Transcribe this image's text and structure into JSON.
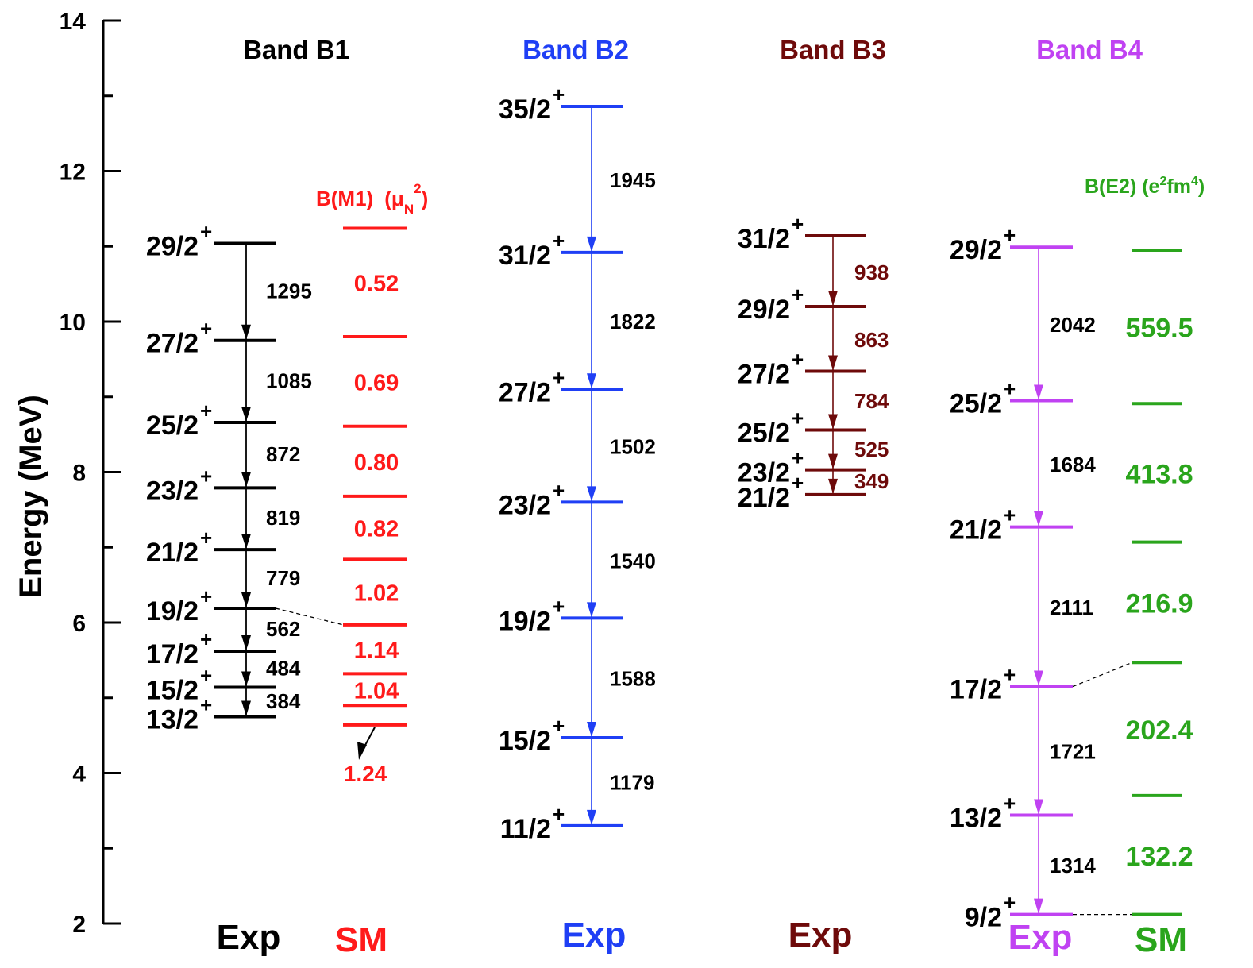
{
  "axis": {
    "ylabel": "Energy (MeV)",
    "ylim": [
      2,
      14
    ],
    "ticks": [
      2,
      4,
      6,
      8,
      10,
      12,
      14
    ]
  },
  "bands": [
    {
      "id": "b1",
      "title": "Band B1",
      "color": "#000000",
      "exp_label": "Exp",
      "levels": [
        {
          "spin": "13/2",
          "parity": "+",
          "energy": 4.75
        },
        {
          "spin": "15/2",
          "parity": "+",
          "energy": 5.14
        },
        {
          "spin": "17/2",
          "parity": "+",
          "energy": 5.62
        },
        {
          "spin": "19/2",
          "parity": "+",
          "energy": 6.19
        },
        {
          "spin": "21/2",
          "parity": "+",
          "energy": 6.97
        },
        {
          "spin": "23/2",
          "parity": "+",
          "energy": 7.79
        },
        {
          "spin": "25/2",
          "parity": "+",
          "energy": 8.66
        },
        {
          "spin": "27/2",
          "parity": "+",
          "energy": 9.75
        },
        {
          "spin": "29/2",
          "parity": "+",
          "energy": 11.04
        }
      ],
      "transitions": [
        "384",
        "484",
        "562",
        "779",
        "819",
        "872",
        "1085",
        "1295"
      ]
    },
    {
      "id": "b2",
      "title": "Band B2",
      "color": "#1f3ff5",
      "exp_label": "Exp",
      "levels": [
        {
          "spin": "11/2",
          "parity": "+",
          "energy": 3.3
        },
        {
          "spin": "15/2",
          "parity": "+",
          "energy": 4.47
        },
        {
          "spin": "19/2",
          "parity": "+",
          "energy": 6.06
        },
        {
          "spin": "23/2",
          "parity": "+",
          "energy": 7.6
        },
        {
          "spin": "27/2",
          "parity": "+",
          "energy": 9.1
        },
        {
          "spin": "31/2",
          "parity": "+",
          "energy": 10.92
        },
        {
          "spin": "35/2",
          "parity": "+",
          "energy": 12.86
        }
      ],
      "transitions": [
        "1179",
        "1588",
        "1540",
        "1502",
        "1822",
        "1945"
      ]
    },
    {
      "id": "b3",
      "title": "Band B3",
      "color": "#6e0a0a",
      "exp_label": "Exp",
      "levels": [
        {
          "spin": "21/2",
          "parity": "+",
          "energy": 7.7
        },
        {
          "spin": "23/2",
          "parity": "+",
          "energy": 8.03
        },
        {
          "spin": "25/2",
          "parity": "+",
          "energy": 8.56
        },
        {
          "spin": "27/2",
          "parity": "+",
          "energy": 9.34
        },
        {
          "spin": "29/2",
          "parity": "+",
          "energy": 10.2
        },
        {
          "spin": "31/2",
          "parity": "+",
          "energy": 11.14
        }
      ],
      "transitions": [
        "349",
        "525",
        "784",
        "863",
        "938"
      ]
    },
    {
      "id": "b4",
      "title": "Band B4",
      "color": "#c042f2",
      "exp_label": "Exp",
      "levels": [
        {
          "spin": "9/2",
          "parity": "+",
          "energy": 2.12
        },
        {
          "spin": "13/2",
          "parity": "+",
          "energy": 3.44
        },
        {
          "spin": "17/2",
          "parity": "+",
          "energy": 5.15
        },
        {
          "spin": "21/2",
          "parity": "+",
          "energy": 7.27
        },
        {
          "spin": "25/2",
          "parity": "+",
          "energy": 8.95
        },
        {
          "spin": "29/2",
          "parity": "+",
          "energy": 10.99
        }
      ],
      "transitions": [
        "1314",
        "1721",
        "2111",
        "1684",
        "2042"
      ]
    }
  ],
  "sm_red": {
    "color": "#ff1a1a",
    "label": "SM",
    "header_main": "B(M1)",
    "header_mu": "μ",
    "header_sub": "N",
    "header_sup": "2",
    "levels": [
      4.64,
      4.9,
      5.32,
      5.97,
      6.84,
      7.68,
      8.61,
      9.8,
      11.24
    ],
    "values": [
      "1.24",
      "1.04",
      "1.14",
      "1.02",
      "0.82",
      "0.80",
      "0.69",
      "0.52"
    ]
  },
  "sm_green": {
    "color": "#2aa51c",
    "label": "SM",
    "header_main": "B(E2) (e",
    "header_sup1": "2",
    "header_mid": "fm",
    "header_sup2": "4",
    "header_end": ")",
    "levels": [
      2.12,
      3.7,
      5.47,
      7.07,
      8.91,
      10.95
    ],
    "values": [
      "132.2",
      "202.4",
      "216.9",
      "413.8",
      "559.5"
    ]
  }
}
